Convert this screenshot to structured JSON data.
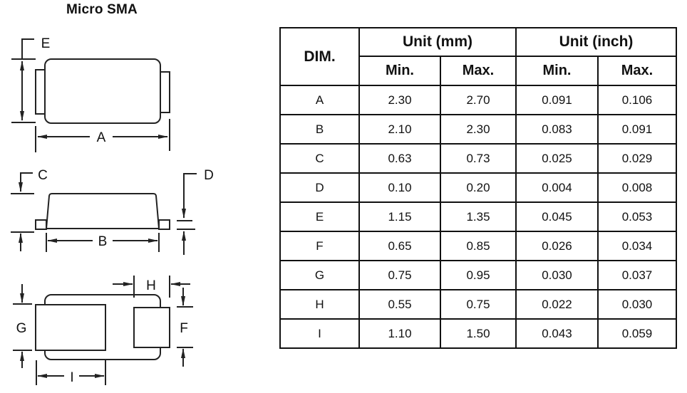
{
  "title": "Micro SMA",
  "drawing_labels": {
    "a": "A",
    "b": "B",
    "c": "C",
    "d": "D",
    "e": "E",
    "f": "F",
    "g": "G",
    "h": "H",
    "i": "I"
  },
  "table": {
    "headers": {
      "dim": "DIM.",
      "unit_mm": "Unit (mm)",
      "unit_inch": "Unit (inch)",
      "min": "Min.",
      "max": "Max."
    },
    "rows": [
      {
        "dim": "A",
        "mm_min": "2.30",
        "mm_max": "2.70",
        "inch_min": "0.091",
        "inch_max": "0.106"
      },
      {
        "dim": "B",
        "mm_min": "2.10",
        "mm_max": "2.30",
        "inch_min": "0.083",
        "inch_max": "0.091"
      },
      {
        "dim": "C",
        "mm_min": "0.63",
        "mm_max": "0.73",
        "inch_min": "0.025",
        "inch_max": "0.029"
      },
      {
        "dim": "D",
        "mm_min": "0.10",
        "mm_max": "0.20",
        "inch_min": "0.004",
        "inch_max": "0.008"
      },
      {
        "dim": "E",
        "mm_min": "1.15",
        "mm_max": "1.35",
        "inch_min": "0.045",
        "inch_max": "0.053"
      },
      {
        "dim": "F",
        "mm_min": "0.65",
        "mm_max": "0.85",
        "inch_min": "0.026",
        "inch_max": "0.034"
      },
      {
        "dim": "G",
        "mm_min": "0.75",
        "mm_max": "0.95",
        "inch_min": "0.030",
        "inch_max": "0.037"
      },
      {
        "dim": "H",
        "mm_min": "0.55",
        "mm_max": "0.75",
        "inch_min": "0.022",
        "inch_max": "0.030"
      },
      {
        "dim": "I",
        "mm_min": "1.10",
        "mm_max": "1.50",
        "inch_min": "0.043",
        "inch_max": "0.059"
      }
    ]
  },
  "colors": {
    "line": "#222222",
    "text": "#111111",
    "background": "#ffffff"
  }
}
